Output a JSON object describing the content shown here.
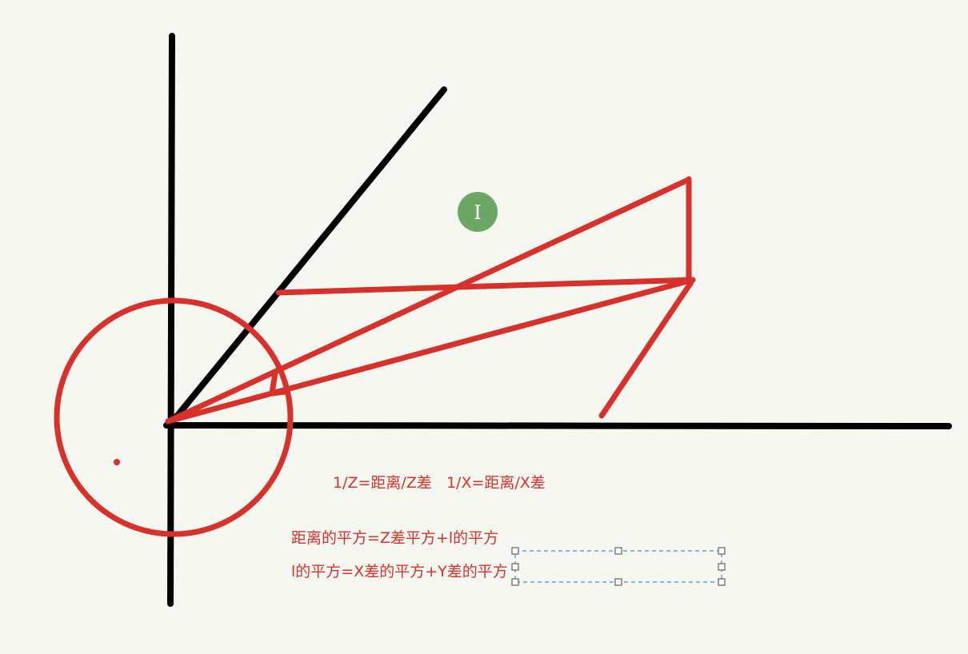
{
  "colors": {
    "background": "#f7f7f2",
    "axis": "#000000",
    "drawing": "#d8302a",
    "cursor_marker": "#5fa05a",
    "selection_box": "#4a90d0"
  },
  "annotations": {
    "line1": "1/Z=距离/Z差   1/X=距离/X差",
    "line2": "距离的平方=Z差平方+l的平方",
    "line3": "l的平方=X差的平方+Y差的平方"
  },
  "cursor": {
    "glyph": "I",
    "icon": "text-cursor-icon"
  }
}
